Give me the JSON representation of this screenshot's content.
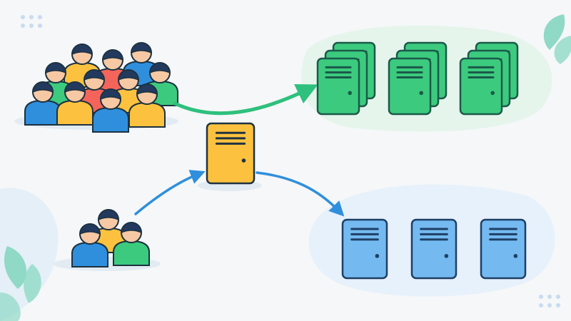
{
  "colors": {
    "background": "#f5f7f8",
    "large_group_arrow": "#2ec07d",
    "small_group_arrow": "#2f8fdc",
    "scaled_out_server_fill": "#3ccb7e",
    "scaled_out_server_stroke": "#1b5a4a",
    "gateway_server_fill": "#fcc23f",
    "gateway_server_stroke": "#1e3342",
    "standard_server_fill": "#74baf0",
    "standard_server_stroke": "#1e3f66",
    "blob_green": "#e5f5ec",
    "blob_blue": "#e7f1fb",
    "leaf": "#8fd9c6",
    "dots": "#c9dbf0"
  },
  "diagram": {
    "large_user_group": {
      "people_count": 11,
      "icon": "crowd-icon"
    },
    "small_user_group": {
      "people_count": 3,
      "icon": "crowd-icon"
    },
    "gateway_server": {
      "icon": "server-icon"
    },
    "green_server_stacks": {
      "stack_count": 3,
      "servers_per_stack": 3,
      "icon": "server-stack-icon"
    },
    "blue_servers": {
      "server_count": 3,
      "icon": "server-icon"
    }
  }
}
